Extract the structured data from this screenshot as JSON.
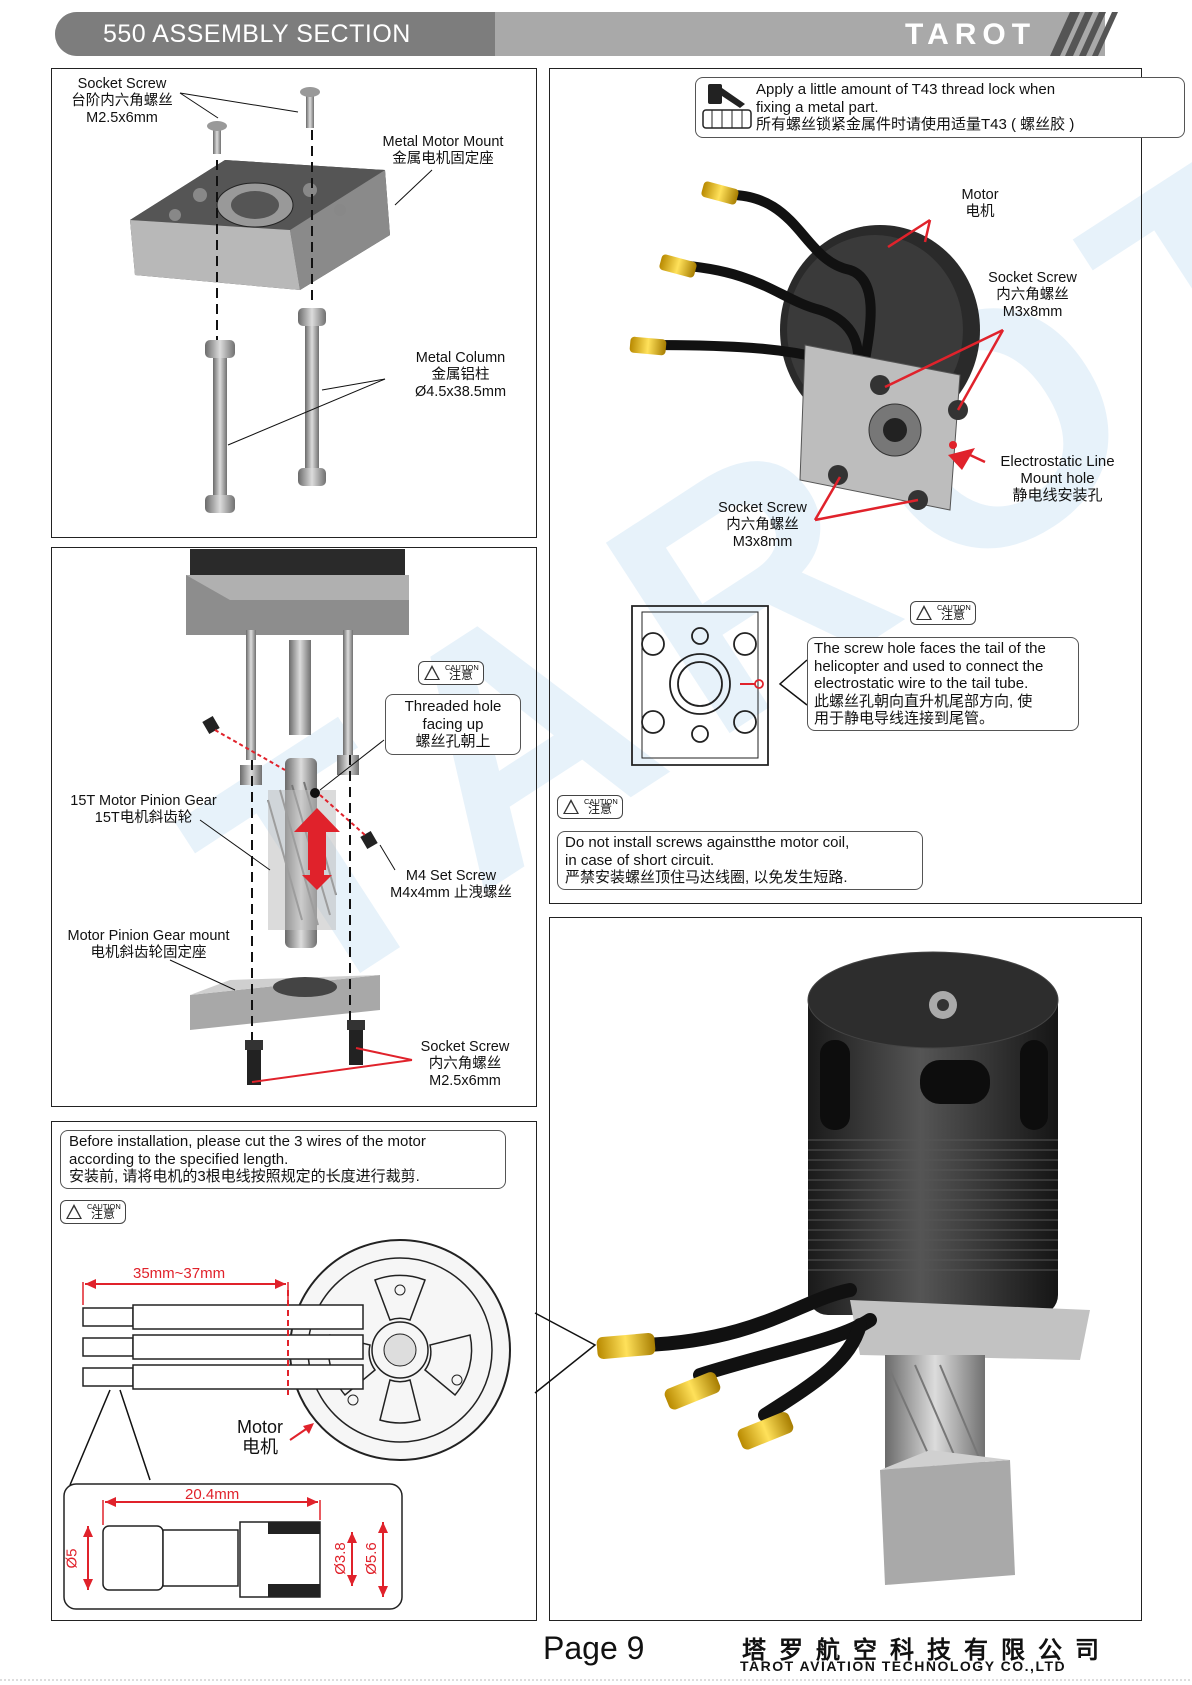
{
  "header": {
    "title": "550  ASSEMBLY  SECTION",
    "brand": "TAROT"
  },
  "watermark": "TAROT",
  "panel1": {
    "socket_screw": [
      "Socket Screw",
      "台阶内六角螺丝",
      "M2.5x6mm"
    ],
    "metal_motor_mount": [
      "Metal Motor Mount",
      "金属电机固定座"
    ],
    "metal_column": [
      "Metal Column",
      "金属铝柱",
      "Ø4.5x38.5mm"
    ]
  },
  "panel2": {
    "caution": {
      "en": "CAUTION",
      "cn": "注意"
    },
    "threaded_hole": [
      "Threaded hole",
      "facing up",
      "螺丝孔朝上"
    ],
    "pinion_gear": [
      "15T Motor Pinion Gear",
      "15T电机斜齿轮"
    ],
    "set_screw": [
      "M4 Set Screw",
      "M4x4mm 止洩螺丝"
    ],
    "gear_mount": [
      "Motor Pinion Gear mount",
      "电机斜齿轮固定座"
    ],
    "socket_screw": [
      "Socket Screw",
      "内六角螺丝",
      "M2.5x6mm"
    ]
  },
  "panel3": {
    "note": [
      "Before installation, please cut the 3 wires of the motor",
      "according to the specified length.",
      "安装前, 请将电机的3根电线按照规定的长度进行裁剪."
    ],
    "caution": {
      "en": "CAUTION",
      "cn": "注意"
    },
    "dim_length": "35mm~37mm",
    "motor": [
      "Motor",
      "电机"
    ],
    "dim_connector": "20.4mm",
    "dim_d5": "Ø5",
    "dim_d38": "Ø3.8",
    "dim_d56": "Ø5.6"
  },
  "panel4": {
    "note": [
      "Apply a little amount of T43 thread lock when",
      "fixing a metal part.",
      "所有螺丝锁紧金属件时请使用适量T43 ( 螺丝胶 )"
    ],
    "motor": [
      "Motor",
      "电机"
    ],
    "socket_screw_top": [
      "Socket Screw",
      "内六角螺丝",
      "M3x8mm"
    ],
    "electrostatic": [
      "Electrostatic Line",
      "Mount hole",
      "静电线安装孔"
    ],
    "socket_screw_bottom": [
      "Socket Screw",
      "内六角螺丝",
      "M3x8mm"
    ],
    "caution": {
      "en": "CAUTION",
      "cn": "注意"
    },
    "screw_hole_note": [
      "The screw hole faces the tail of the",
      "helicopter and used to connect the",
      "electrostatic wire to the tail tube.",
      "此螺丝孔朝向直升机尾部方向, 使",
      "用于静电导线连接到尾管。"
    ],
    "coil_note": [
      "Do not install screws againstthe motor coil,",
      "in  case  of  short  circuit.",
      "严禁安装螺丝顶住马达线圈, 以免发生短路."
    ]
  },
  "footer": {
    "page": "Page 9",
    "company_cn": "塔罗航空科技有限公司",
    "company_en": "TAROT AVIATION TECHNOLOGY CO.,LTD"
  }
}
